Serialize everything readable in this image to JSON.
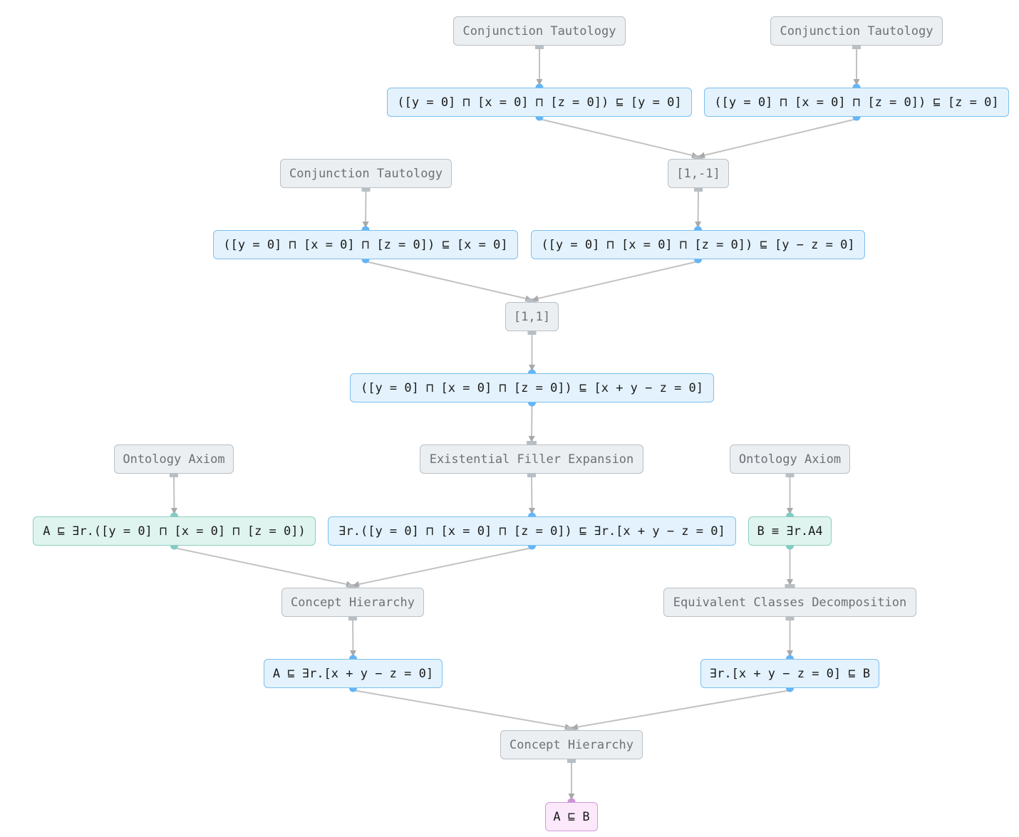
{
  "colors": {
    "edge": "#c2c2c2",
    "arrow": "#a9a9a9",
    "rule_port": "#b7bec4",
    "stmt_port": "#64b5f6",
    "axiom_port": "#80cbc4",
    "goal_port": "#ce93d8"
  },
  "nodes": {
    "ct1": "Conjunction Tautology",
    "ct2": "Conjunction Tautology",
    "s_y": "([y = 0] ⊓ [x = 0] ⊓ [z = 0]) ⊑ [y = 0]",
    "s_z": "([y = 0] ⊓ [x = 0] ⊓ [z = 0]) ⊑ [z = 0]",
    "ct3": "Conjunction Tautology",
    "lin1": "[1,-1]",
    "s_x": "([y = 0] ⊓ [x = 0] ⊓ [z = 0]) ⊑ [x = 0]",
    "s_ymz": "([y = 0] ⊓ [x = 0] ⊓ [z = 0]) ⊑ [y − z = 0]",
    "lin2": "[1,1]",
    "s_sum": "([y = 0] ⊓ [x = 0] ⊓ [z = 0]) ⊑ [x + y − z = 0]",
    "oa1": "Ontology Axiom",
    "efe": "Existential Filler Expansion",
    "oa2": "Ontology Axiom",
    "ax1": "A ⊑ ∃r.([y = 0] ⊓ [x = 0] ⊓ [z = 0])",
    "s_ex": "∃r.([y = 0] ⊓ [x = 0] ⊓ [z = 0]) ⊑ ∃r.[x + y − z = 0]",
    "ax2": "B ≡ ∃r.A4",
    "ch1": "Concept Hierarchy",
    "ecd": "Equivalent Classes Decomposition",
    "s_a": "A ⊑ ∃r.[x + y − z = 0]",
    "s_b": "∃r.[x + y − z = 0] ⊑ B",
    "ch2": "Concept Hierarchy",
    "goal": "A ⊑ B"
  }
}
